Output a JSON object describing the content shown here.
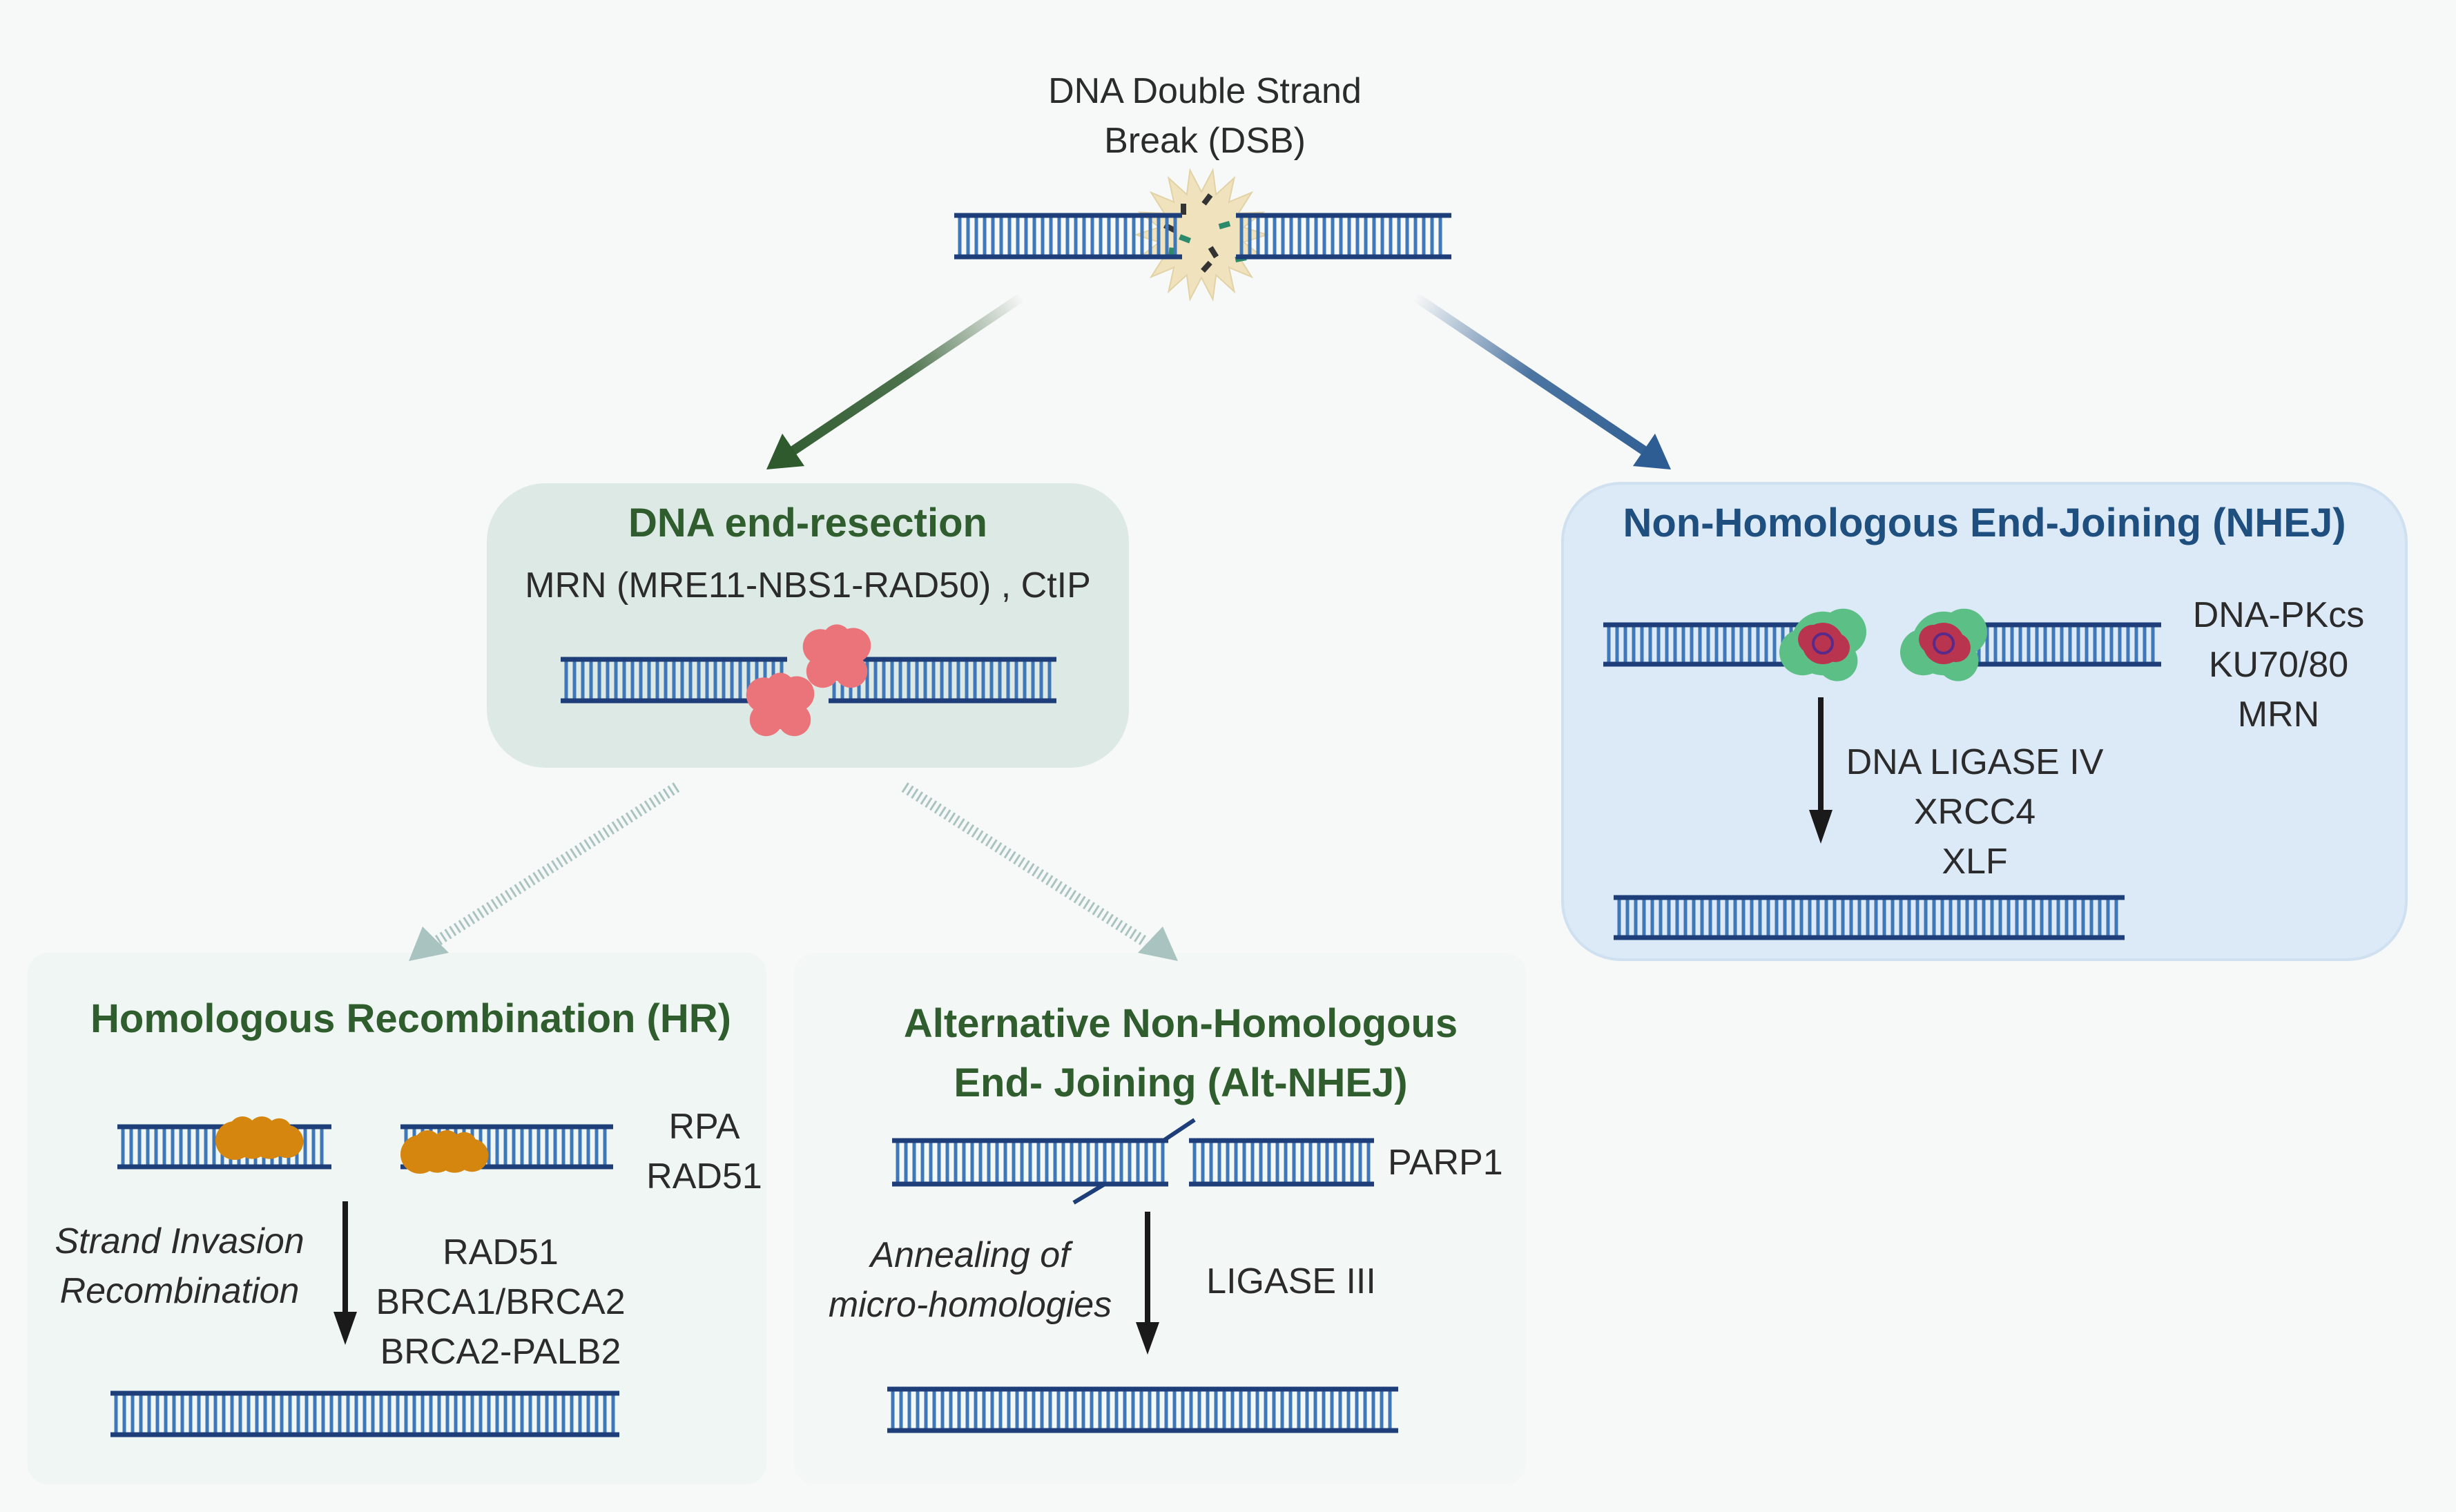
{
  "dsb": {
    "line1": "DNA Double Strand",
    "line2": "Break (DSB)"
  },
  "resection": {
    "title": "DNA end-resection",
    "proteins": "MRN (MRE11-NBS1-RAD50) , CtIP"
  },
  "nhej": {
    "title": "Non-Homologous End-Joining (NHEJ)",
    "binding_factors": [
      "DNA-PKcs",
      "KU70/80",
      "MRN"
    ],
    "ligation_factors": [
      "DNA LIGASE IV",
      "XRCC4",
      "XLF"
    ]
  },
  "hr": {
    "title": "Homologous Recombination (HR)",
    "binding_factors": [
      "RPA",
      "RAD51"
    ],
    "step_label": [
      "Strand Invasion",
      "Recombination"
    ],
    "step_factors": [
      "RAD51",
      "BRCA1/BRCA2",
      "BRCA2-PALB2"
    ]
  },
  "alt_nhej": {
    "title_line1": "Alternative Non-Homologous",
    "title_line2": "End- Joining (Alt-NHEJ)",
    "binding_factor": "PARP1",
    "step_label": [
      "Annealing of",
      "micro-homologies"
    ],
    "step_factor": "LIGASE III"
  },
  "colors": {
    "dna_rail": "#1d3e78",
    "dna_rung": "#3f78b8",
    "resection_box": "#dde9e5",
    "nhej_box": "#dce9f6",
    "nhej_box_border": "#cfe0f0",
    "hr_panel": "#f0f6f3",
    "alt_panel": "#f3f7f5",
    "arrow_green": "#2e5a2e",
    "arrow_blue": "#2d5d92",
    "arrow_dotted": "#a9c4c0",
    "step_arrow": "#1a1a1a",
    "mrn_protein": "#ea7479",
    "rpa_protein": "#d5860f",
    "ku_outer": "#5cbf86",
    "ku_inner": "#b8344f",
    "starburst": "#efe2bd"
  }
}
